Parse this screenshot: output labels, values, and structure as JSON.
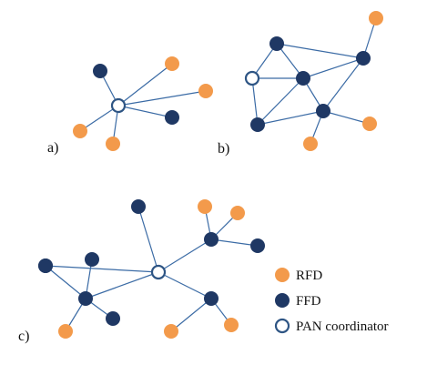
{
  "colors": {
    "rfd": "#F39A4B",
    "ffd": "#1F3864",
    "pan_fill": "#ffffff",
    "pan_stroke": "#2E5584",
    "edge": "#3B6BA5"
  },
  "panel_labels": {
    "a": "a)",
    "b": "b)",
    "c": "c)"
  },
  "legend": {
    "rfd": "RFD",
    "ffd": "FFD",
    "pan": "PAN coordinator"
  },
  "diagram_a": {
    "nodes": [
      {
        "id": "a0",
        "type": "pan"
      },
      {
        "id": "a1",
        "type": "ffd"
      },
      {
        "id": "a2",
        "type": "rfd"
      },
      {
        "id": "a3",
        "type": "rfd"
      },
      {
        "id": "a4",
        "type": "ffd"
      },
      {
        "id": "a5",
        "type": "rfd"
      },
      {
        "id": "a6",
        "type": "rfd"
      }
    ],
    "edges": [
      [
        "a0",
        "a1"
      ],
      [
        "a0",
        "a2"
      ],
      [
        "a0",
        "a3"
      ],
      [
        "a0",
        "a4"
      ],
      [
        "a0",
        "a5"
      ],
      [
        "a0",
        "a6"
      ]
    ]
  },
  "diagram_b": {
    "nodes": [
      {
        "id": "b0",
        "type": "pan"
      },
      {
        "id": "b1",
        "type": "ffd"
      },
      {
        "id": "b2",
        "type": "ffd"
      },
      {
        "id": "b3",
        "type": "ffd"
      },
      {
        "id": "b4",
        "type": "ffd"
      },
      {
        "id": "b5",
        "type": "ffd"
      },
      {
        "id": "b6",
        "type": "rfd"
      },
      {
        "id": "b7",
        "type": "rfd"
      },
      {
        "id": "b8",
        "type": "rfd"
      }
    ],
    "edges": [
      [
        "b0",
        "b1"
      ],
      [
        "b0",
        "b2"
      ],
      [
        "b0",
        "b4"
      ],
      [
        "b1",
        "b2"
      ],
      [
        "b1",
        "b3"
      ],
      [
        "b2",
        "b3"
      ],
      [
        "b2",
        "b4"
      ],
      [
        "b2",
        "b5"
      ],
      [
        "b3",
        "b5"
      ],
      [
        "b3",
        "b6"
      ],
      [
        "b4",
        "b5"
      ],
      [
        "b5",
        "b7"
      ],
      [
        "b5",
        "b8"
      ]
    ]
  },
  "diagram_c": {
    "nodes": [
      {
        "id": "c0",
        "type": "pan"
      },
      {
        "id": "c1",
        "type": "ffd"
      },
      {
        "id": "c2",
        "type": "ffd"
      },
      {
        "id": "c3",
        "type": "ffd"
      },
      {
        "id": "c4",
        "type": "ffd"
      },
      {
        "id": "c5",
        "type": "ffd"
      },
      {
        "id": "c6",
        "type": "ffd"
      },
      {
        "id": "c7",
        "type": "ffd"
      },
      {
        "id": "c8",
        "type": "rfd"
      },
      {
        "id": "c9",
        "type": "rfd"
      },
      {
        "id": "c10",
        "type": "rfd"
      },
      {
        "id": "c11",
        "type": "rfd"
      },
      {
        "id": "c12",
        "type": "ffd"
      },
      {
        "id": "c13",
        "type": "ffd"
      },
      {
        "id": "c14",
        "type": "rfd"
      }
    ],
    "edges": [
      [
        "c0",
        "c1"
      ],
      [
        "c0",
        "c2"
      ],
      [
        "c0",
        "c3"
      ],
      [
        "c0",
        "c4"
      ],
      [
        "c2",
        "c5"
      ],
      [
        "c2",
        "c6"
      ],
      [
        "c2",
        "c7"
      ],
      [
        "c2",
        "c14"
      ],
      [
        "c3",
        "c8"
      ],
      [
        "c3",
        "c9"
      ],
      [
        "c3",
        "c12"
      ],
      [
        "c4",
        "c10"
      ],
      [
        "c4",
        "c11"
      ],
      [
        "c0",
        "c13"
      ]
    ]
  }
}
